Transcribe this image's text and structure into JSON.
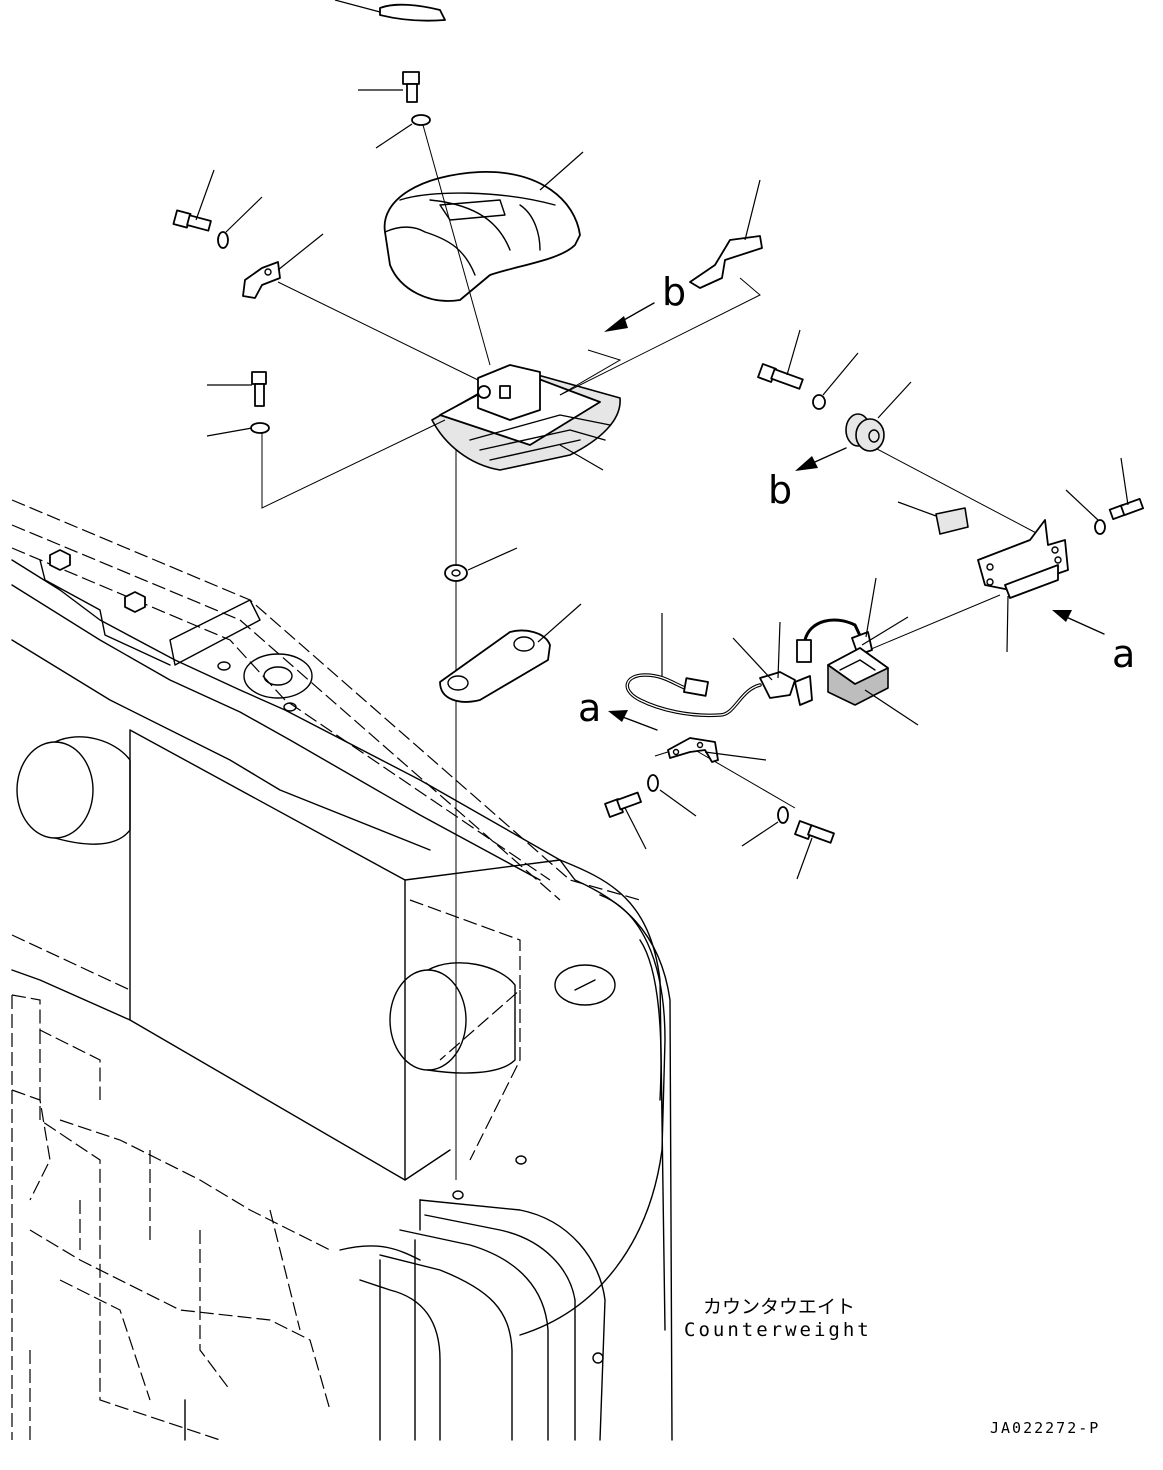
{
  "callouts": {
    "view_b_upper": "b",
    "view_b_lower": "b",
    "view_a_right": "a",
    "view_a_left": "a"
  },
  "assembly": {
    "label_jp": "カウンタウエイト",
    "label_en": "Counterweight"
  },
  "drawing_number": "JA022272-P"
}
